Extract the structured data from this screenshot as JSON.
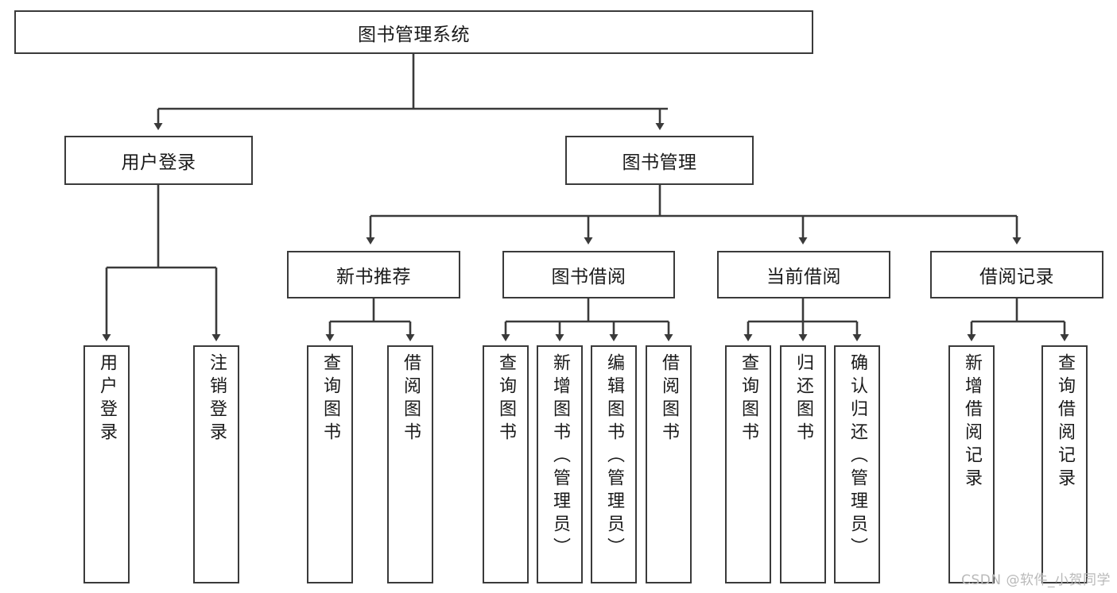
{
  "diagram": {
    "type": "tree-hierarchy",
    "title": "图书管理系统",
    "orientation": "top-down",
    "colors": {
      "box_border": "#3a3a3a",
      "box_fill": "#ffffff",
      "edge": "#3a3a3a",
      "text": "#1a1a1a",
      "watermark": "#b9b9b9"
    },
    "root": {
      "label": "图书管理系统"
    },
    "level2": [
      {
        "id": "user-login",
        "label": "用户登录"
      },
      {
        "id": "book-manage",
        "label": "图书管理"
      }
    ],
    "level3": [
      {
        "id": "new-book-recommend",
        "label": "新书推荐"
      },
      {
        "id": "book-borrow",
        "label": "图书借阅"
      },
      {
        "id": "current-borrow",
        "label": "当前借阅"
      },
      {
        "id": "borrow-record",
        "label": "借阅记录"
      }
    ],
    "leaves": {
      "user_login": [
        {
          "id": "leaf-user-login",
          "label": "用户登录"
        },
        {
          "id": "leaf-logout",
          "label": "注销登录"
        }
      ],
      "new_book_recommend": [
        {
          "id": "leaf-query-book-1",
          "label": "查询图书"
        },
        {
          "id": "leaf-borrow-book-1",
          "label": "借阅图书"
        }
      ],
      "book_borrow": [
        {
          "id": "leaf-query-book-2",
          "label": "查询图书"
        },
        {
          "id": "leaf-add-book",
          "label": "新增图书（管理员）"
        },
        {
          "id": "leaf-edit-book",
          "label": "编辑图书（管理员）"
        },
        {
          "id": "leaf-borrow-book-2",
          "label": "借阅图书"
        }
      ],
      "current_borrow": [
        {
          "id": "leaf-query-book-3",
          "label": "查询图书"
        },
        {
          "id": "leaf-return-book",
          "label": "归还图书"
        },
        {
          "id": "leaf-confirm-return",
          "label": "确认归还（管理员）"
        }
      ],
      "borrow_record": [
        {
          "id": "leaf-add-record",
          "label": "新增借阅记录"
        },
        {
          "id": "leaf-query-record",
          "label": "查询借阅记录"
        }
      ]
    }
  },
  "watermark": {
    "text": "CSDN @软件_小贺同学"
  }
}
